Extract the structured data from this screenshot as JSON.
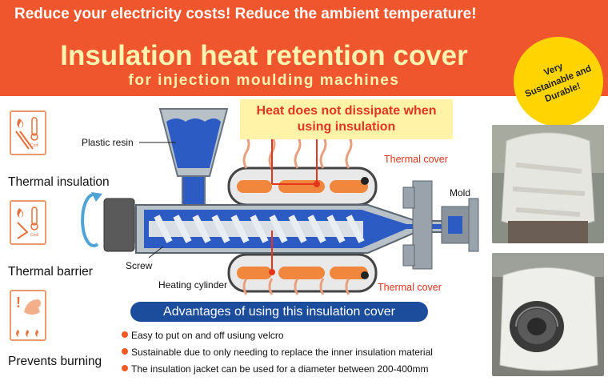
{
  "banner": {
    "tagline": "Reduce your electricity costs!  Reduce the ambient temperature!",
    "title": "Insulation heat retention cover",
    "subtitle": "for injection moulding machines",
    "badge": "Very Sustainable and Durable!"
  },
  "features": [
    {
      "label": "Thermal insulation",
      "icon": "thermal-insulation-icon",
      "icon_text": "Cool"
    },
    {
      "label": "Thermal barrier",
      "icon": "thermal-barrier-icon",
      "icon_text": "Cool"
    },
    {
      "label": "Prevents burning",
      "icon": "prevents-burning-icon"
    }
  ],
  "diagram": {
    "callout": "Heat does not dissipate when using insulation",
    "labels": {
      "plastic_resin": "Plastic resin",
      "thermal_cover_top": "Thermal cover",
      "mold": "Mold",
      "screw": "Screw",
      "heating_cylinder": "Heating cylinder",
      "thermal_cover_bottom": "Thermal cover"
    }
  },
  "advantages": {
    "heading": "Advantages of using this insulation cover",
    "items": [
      "Easy to put on and off usiung velcro",
      "Sustainable due to only needing to replace the inner insulation material",
      "The insulation jacket can be used for a diameter between 200-400mm"
    ]
  },
  "colors": {
    "banner": "#f0562e",
    "title": "#fff3b0",
    "badge": "#ffd400",
    "accent_red": "#e2361f",
    "cylinder_blue": "#1c4c9c",
    "cover_orange": "#f0873c"
  }
}
